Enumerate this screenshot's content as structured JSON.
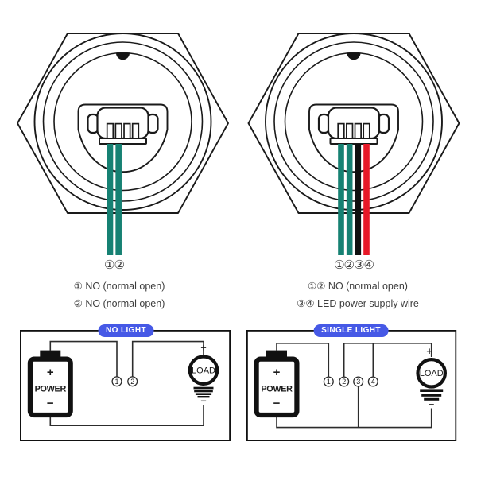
{
  "colors": {
    "wire_green": "#168173",
    "wire_black": "#101010",
    "wire_red": "#e71827",
    "badge_blue": "#4659e6",
    "line": "#1a1a1a",
    "text": "#3e3e3e"
  },
  "symbols": {
    "plus": "+",
    "minus": "−"
  },
  "left_button": {
    "wire_labels": "①②",
    "notes": [
      "① NO (normal open)",
      "② NO (normal open)"
    ]
  },
  "right_button": {
    "wire_labels": "①②③④",
    "notes": [
      "①② NO (normal open)",
      "③④ LED power supply wire"
    ]
  },
  "left_circuit": {
    "badge": "NO LIGHT",
    "power_label": "POWER",
    "load_label": "LOAD",
    "terminals": [
      "1",
      "2"
    ]
  },
  "right_circuit": {
    "badge": "SINGLE LIGHT",
    "power_label": "POWER",
    "load_label": "LOAD",
    "terminals": [
      "1",
      "2",
      "3",
      "4"
    ]
  }
}
